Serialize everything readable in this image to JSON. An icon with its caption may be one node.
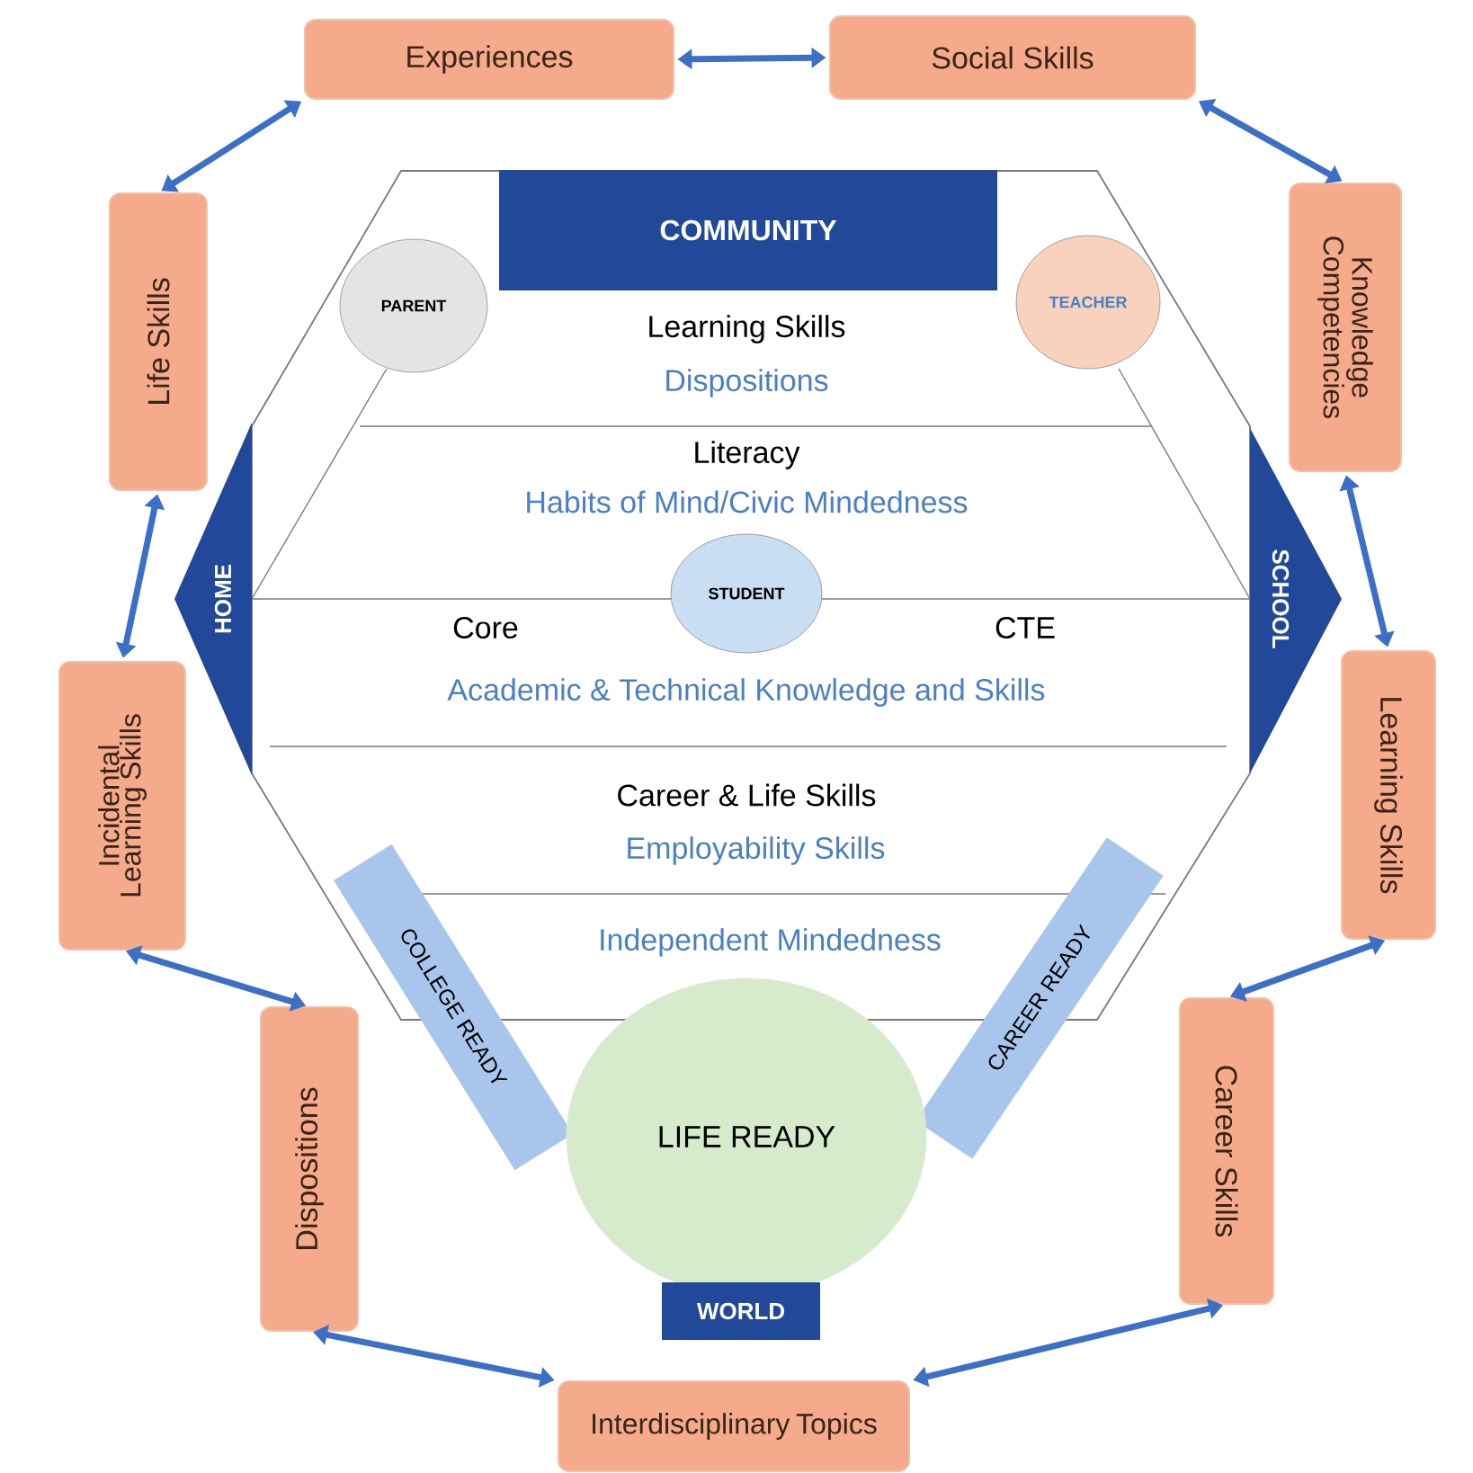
{
  "diagram": {
    "nodes": [
      {
        "text": [
          "Experiences"
        ]
      },
      {
        "text": [
          "Social Skills"
        ]
      },
      {
        "text": [
          "Knowledge Competencies"
        ]
      },
      {
        "text": [
          "Learning Skills"
        ]
      },
      {
        "text": [
          "Career Skills"
        ]
      },
      {
        "text": [
          "Interdisciplinary Topics"
        ]
      },
      {
        "text": [
          "Dispositions"
        ]
      },
      {
        "text": [
          "Incidental Learning Skills"
        ]
      },
      {
        "text": [
          "Life Skills"
        ]
      },
      {
        "text": [
          "COMMUNITY"
        ]
      },
      {
        "text": [
          "PARENT"
        ]
      },
      {
        "text": [
          "TEACHER"
        ]
      },
      {
        "text": [
          "HOME"
        ]
      },
      {
        "text": [
          "STUDENT"
        ]
      },
      {
        "text": [
          "SCHOOL"
        ]
      },
      {
        "text": [
          "COLLEGE READY"
        ]
      },
      {
        "text": [
          "CAREER READY"
        ]
      },
      {
        "text": [
          "LIFE READY"
        ]
      },
      {
        "text": [
          "WORLD"
        ]
      }
    ],
    "edges": [
      {
        "from": 0,
        "to": 1,
        "arrow": "both"
      },
      {
        "from": 1,
        "to": 2,
        "arrow": "both"
      },
      {
        "from": 2,
        "to": 3,
        "arrow": "both"
      },
      {
        "from": 3,
        "to": 4,
        "arrow": "both"
      },
      {
        "from": 4,
        "to": 5,
        "arrow": "both"
      },
      {
        "from": 5,
        "to": 6,
        "arrow": "both"
      },
      {
        "from": 6,
        "to": 7,
        "arrow": "both"
      },
      {
        "from": 7,
        "to": 8,
        "arrow": "both"
      },
      {
        "from": 8,
        "to": 0,
        "arrow": "both"
      }
    ],
    "labels": [
      "Learning Skills",
      "Dispositions",
      "Literacy",
      "Habits of Mind/Civic Mindedness",
      "Core",
      "CTE",
      "Academic & Technical Knowledge and Skills",
      "Career & Life Skills",
      "Employability Skills",
      "Independent Mindedness"
    ]
  }
}
